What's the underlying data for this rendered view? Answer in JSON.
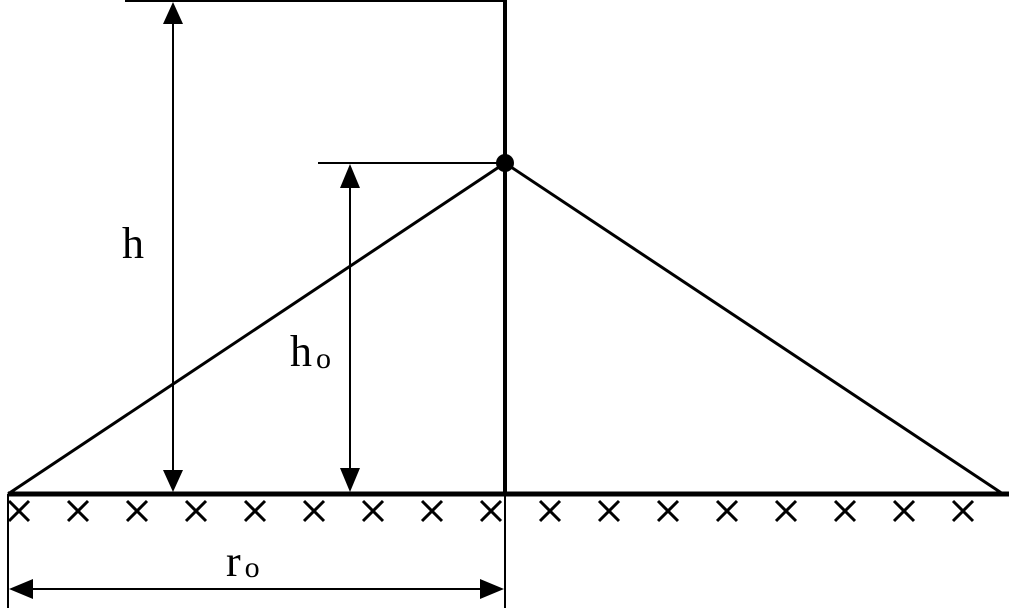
{
  "diagram": {
    "labels": {
      "h": "h",
      "h0_main": "h",
      "h0_sub": "o",
      "r0_main": "r",
      "r0_sub": "o"
    },
    "colors": {
      "stroke": "#000000",
      "background": "#ffffff"
    },
    "ground_crosses": 17
  }
}
